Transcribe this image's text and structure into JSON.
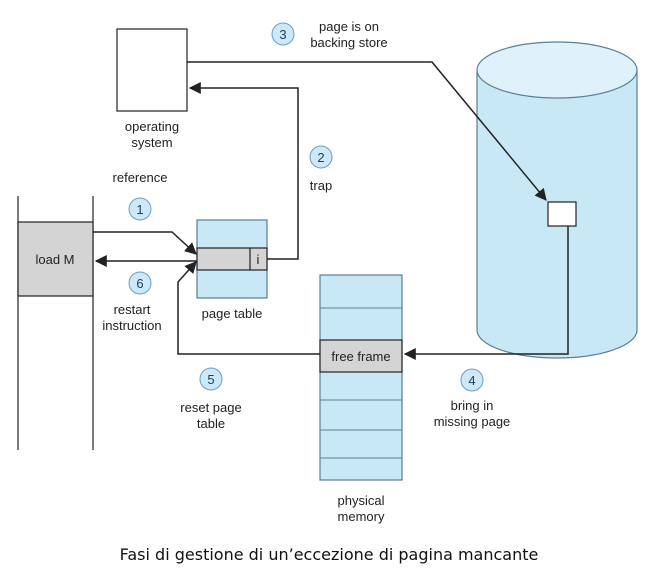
{
  "labels": {
    "page_is_on": "page is on",
    "backing_store": "backing store",
    "operating": "operating",
    "system": "system",
    "reference": "reference",
    "trap": "trap",
    "load_m": "load M",
    "i_marker": "i",
    "restart": "restart",
    "instruction": "instruction",
    "page_table": "page table",
    "free_frame": "free frame",
    "reset_page": "reset page",
    "table": "table",
    "bring_in": "bring in",
    "missing_page": "missing page",
    "physical": "physical",
    "memory": "memory"
  },
  "steps": [
    "1",
    "2",
    "3",
    "4",
    "5",
    "6"
  ],
  "caption": "Fasi di gestione di un’eccezione di pagina mancante",
  "colors": {
    "cylinder_fill": "#c9e8f5",
    "cylinder_stroke": "#5a7f96",
    "gray_cell": "#d4d4d4",
    "page_table_fill": "#c9e8f5",
    "memory_fill": "#c9e8f5",
    "badge_fill": "#cde8f8"
  }
}
